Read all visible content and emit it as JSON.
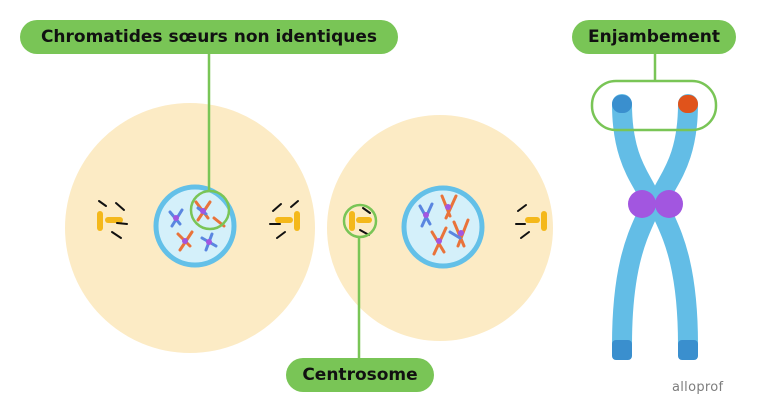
{
  "labels": {
    "chromatides": "Chromatides sœurs non identiques",
    "enjambement": "Enjambement",
    "centrosome": "Centrosome"
  },
  "logo": "alloprof",
  "colors": {
    "cell": "#fcebc5",
    "nucleus_fill": "#d4f0fa",
    "nucleus_border": "#63c0e8",
    "label_bg": "#79c556",
    "chromosome_arm": "#63bde6",
    "chromosome_tip": "#3a8fce",
    "crossover_tip": "#e0531b",
    "centromere": "#a256e0",
    "centrosome": "#f4b81b"
  }
}
